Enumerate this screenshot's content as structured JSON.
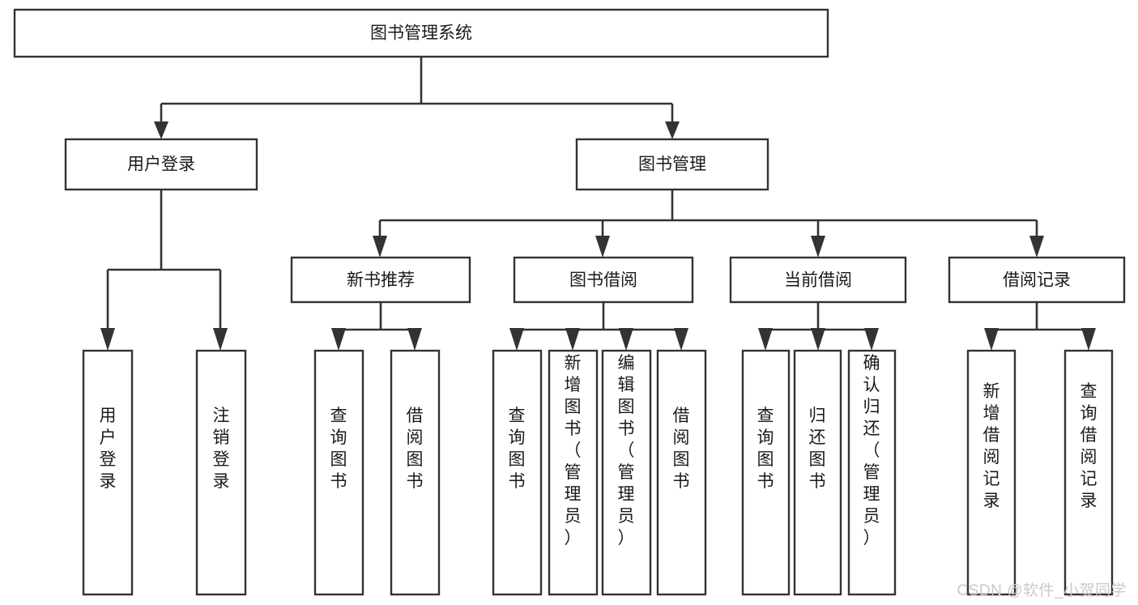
{
  "diagram": {
    "title": "图书管理系统",
    "type": "tree",
    "watermark": "CSDN @软件_小贺同学",
    "colors": {
      "box_stroke": "#333333",
      "box_fill": "#ffffff",
      "text": "#1a1a1a",
      "connector": "#333333",
      "watermark": "#c9c9c9",
      "background": "#ffffff"
    },
    "root": {
      "label": "图书管理系统"
    },
    "level1": [
      {
        "label": "用户登录"
      },
      {
        "label": "图书管理"
      }
    ],
    "level2": [
      {
        "label": "新书推荐"
      },
      {
        "label": "图书借阅"
      },
      {
        "label": "当前借阅"
      },
      {
        "label": "借阅记录"
      }
    ],
    "leaves": {
      "user_login": [
        {
          "label": "用户登录"
        },
        {
          "label": "注销登录"
        }
      ],
      "new_book_recommend": [
        {
          "label": "查询图书"
        },
        {
          "label": "借阅图书"
        }
      ],
      "book_borrow": [
        {
          "label": "查询图书"
        },
        {
          "label": "新增图书（管理员）"
        },
        {
          "label": "编辑图书（管理员）"
        },
        {
          "label": "借阅图书"
        }
      ],
      "current_borrow": [
        {
          "label": "查询图书"
        },
        {
          "label": "归还图书"
        },
        {
          "label": "确认归还（管理员）"
        }
      ],
      "borrow_record": [
        {
          "label": "新增借阅记录"
        },
        {
          "label": "查询借阅记录"
        }
      ]
    }
  }
}
